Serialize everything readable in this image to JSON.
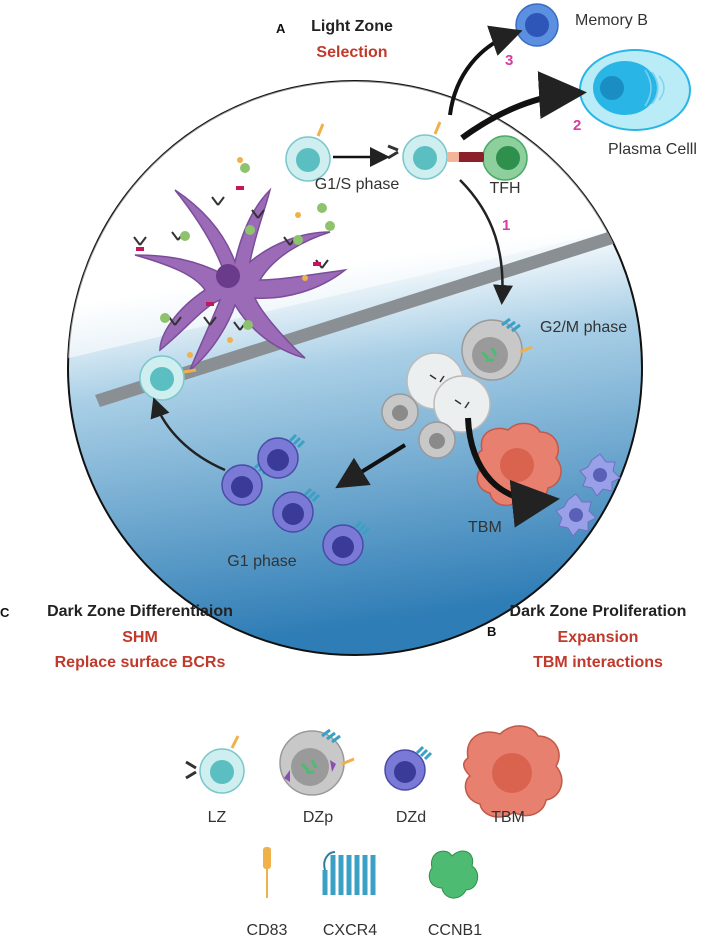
{
  "panels": {
    "light_zone": {
      "letter": "A",
      "title": "Light Zone",
      "subtitle": "Selection"
    },
    "dz_proliferation": {
      "letter": "B",
      "title": "Dark Zone Proliferation",
      "subtitle_1": "Expansion",
      "subtitle_2": "TBM interactions"
    },
    "dz_differentiation": {
      "letter": "C",
      "title": "Dark Zone Differentiaion",
      "subtitle_1": "SHM",
      "subtitle_2": "Replace surface BCRs"
    }
  },
  "labels": {
    "memory_b": "Memory B",
    "plasma_cell": "Plasma Celll",
    "tfh": "TFH",
    "g1s_phase": "G1/S phase",
    "g2m_phase": "G2/M phase",
    "g1_phase": "G1 phase",
    "tbm": "TBM"
  },
  "steps": {
    "one": "1",
    "two": "2",
    "three": "3"
  },
  "legend": {
    "cells": [
      "LZ",
      "DZp",
      "DZd",
      "TBM"
    ],
    "markers": [
      "CD83",
      "CXCR4",
      "CCNB1"
    ]
  },
  "colors": {
    "heading": "#222222",
    "subheading": "#c0392b",
    "step_number": "#d63ca0",
    "lz_cell": "#bfe9ea",
    "dzd_cell": "#4a4aa8",
    "tbm_cell": "#e8806f",
    "tfh_cell": "#4caa66",
    "plasma_cell": "#29b6e6",
    "dendritic_cell": "#9b6bb8",
    "cxcr4": "#3ba0c4",
    "ccnb1": "#4dbb72",
    "cd83": "#f0b04a"
  }
}
